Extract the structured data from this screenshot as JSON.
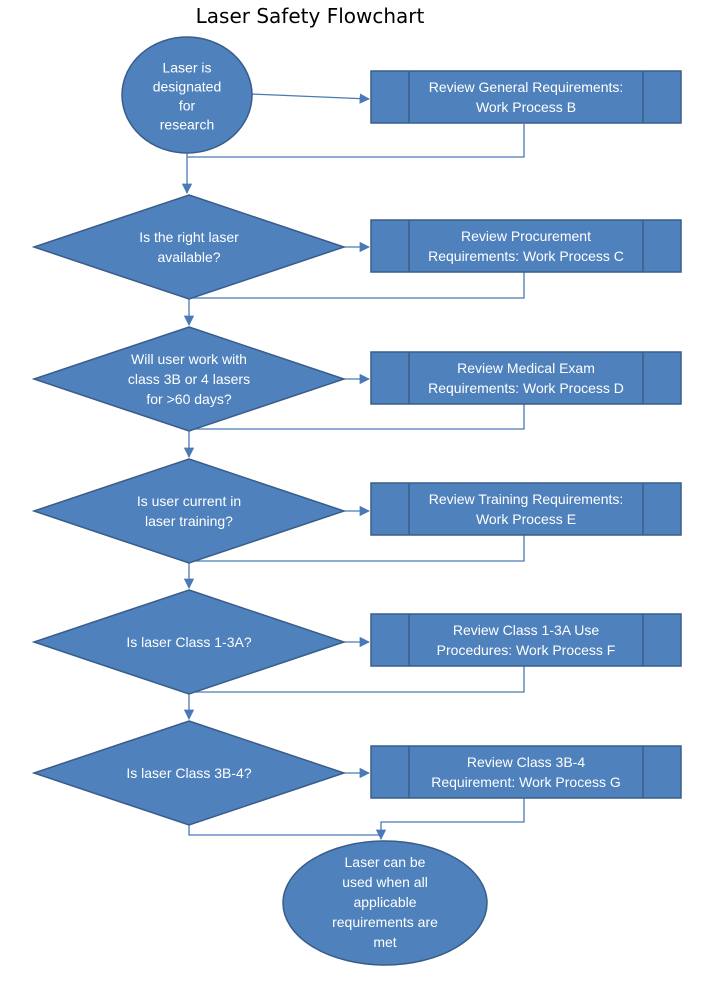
{
  "title": "Laser Safety Flowchart",
  "colors": {
    "fill": "#4f81bd",
    "stroke": "#385d8a",
    "line": "#4a7ab5"
  },
  "start": {
    "lines": [
      "Laser is",
      "designated",
      "for",
      "research"
    ]
  },
  "decisions": [
    {
      "lines": [
        "Is the right laser",
        "available?"
      ]
    },
    {
      "lines": [
        "Will user work with",
        "class 3B or 4 lasers",
        "for >60 days?"
      ]
    },
    {
      "lines": [
        "Is user current in",
        "laser training?"
      ]
    },
    {
      "lines": [
        "Is laser Class 1-3A?"
      ]
    },
    {
      "lines": [
        "Is laser Class 3B-4?"
      ]
    }
  ],
  "processes": [
    {
      "lines": [
        "Review General Requirements:",
        "Work Process B"
      ]
    },
    {
      "lines": [
        "Review Procurement",
        "Requirements: Work Process C"
      ]
    },
    {
      "lines": [
        "Review Medical Exam",
        "Requirements: Work Process D"
      ]
    },
    {
      "lines": [
        "Review Training Requirements:",
        "Work Process E"
      ]
    },
    {
      "lines": [
        "Review Class 1-3A Use",
        "Procedures: Work Process F"
      ]
    },
    {
      "lines": [
        "Review Class 3B-4",
        "Requirement: Work Process G"
      ]
    }
  ],
  "end": {
    "lines": [
      "Laser  can be",
      "used when all",
      "applicable",
      "requirements are",
      "met"
    ]
  }
}
